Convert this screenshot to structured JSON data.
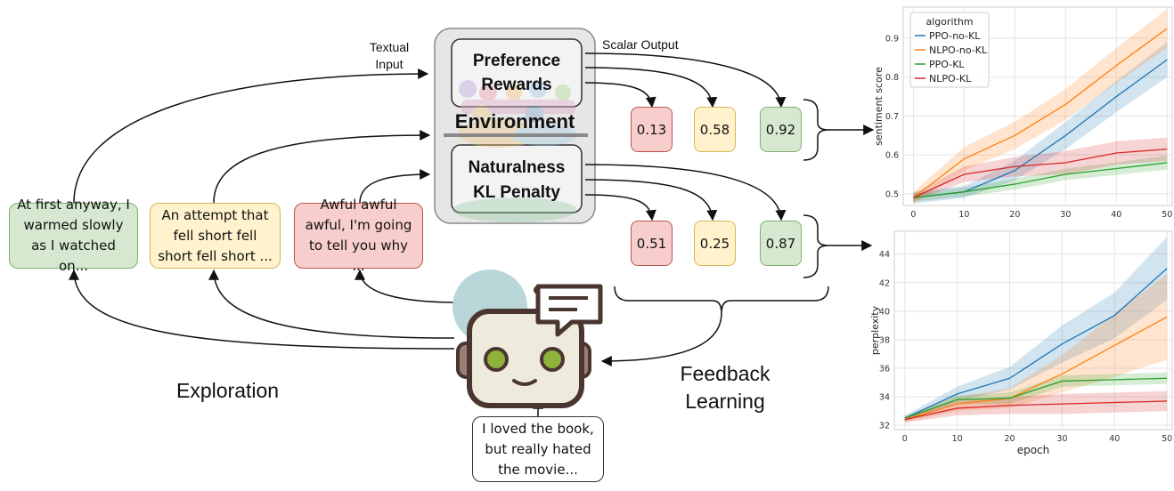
{
  "diagram": {
    "labels": {
      "textual_input": "Textual\nInput",
      "scalar_output": "Scalar Output",
      "preference_rewards": "Preference\nRewards",
      "environment": "Environment",
      "naturalness": "Naturalness\nKL Penalty",
      "exploration": "Exploration",
      "feedback_learning": "Feedback\nLearning"
    },
    "texts": {
      "green": "At first anyway, I warmed slowly as I watched on...",
      "yellow": "An attempt that fell short fell short fell short ...",
      "red": "Awful awful awful, I'm going to tell you why ...",
      "prompt": "I loved the book, but really hated the movie..."
    },
    "preference_scores": [
      "0.13",
      "0.58",
      "0.92"
    ],
    "naturalness_scores": [
      "0.51",
      "0.25",
      "0.87"
    ]
  },
  "chart_data": [
    {
      "type": "line",
      "x": [
        0,
        10,
        20,
        30,
        40,
        50
      ],
      "xlabel": "",
      "ylabel": "sentiment score",
      "xlim": [
        -2,
        51
      ],
      "ylim": [
        0.47,
        0.98
      ],
      "xticks": [
        0,
        10,
        20,
        30,
        40,
        50
      ],
      "yticks": [
        0.5,
        0.6,
        0.7,
        0.8,
        0.9
      ],
      "grid": true,
      "legend": {
        "title": "algorithm",
        "placement": "top-left"
      },
      "series": [
        {
          "name": "PPO-no-KL",
          "color": "#1f77b4",
          "values": [
            0.49,
            0.505,
            0.56,
            0.65,
            0.75,
            0.845
          ],
          "band": [
            0.015,
            0.015,
            0.025,
            0.035,
            0.04,
            0.045
          ]
        },
        {
          "name": "NLPO-no-KL",
          "color": "#ff7f0e",
          "values": [
            0.49,
            0.59,
            0.65,
            0.73,
            0.83,
            0.925
          ],
          "band": [
            0.015,
            0.03,
            0.035,
            0.04,
            0.045,
            0.05
          ]
        },
        {
          "name": "PPO-KL",
          "color": "#2ca02c",
          "values": [
            0.49,
            0.505,
            0.525,
            0.55,
            0.565,
            0.58
          ],
          "band": [
            0.01,
            0.012,
            0.014,
            0.015,
            0.016,
            0.018
          ]
        },
        {
          "name": "NLPO-KL",
          "color": "#d62728",
          "values": [
            0.49,
            0.55,
            0.57,
            0.58,
            0.605,
            0.615
          ],
          "band": [
            0.01,
            0.02,
            0.025,
            0.03,
            0.03,
            0.03
          ]
        }
      ]
    },
    {
      "type": "line",
      "x": [
        0,
        10,
        20,
        30,
        40,
        50
      ],
      "xlabel": "epoch",
      "ylabel": "perplexity",
      "xlim": [
        -2,
        51
      ],
      "ylim": [
        31.7,
        45.6
      ],
      "xticks": [
        0,
        10,
        20,
        30,
        40,
        50
      ],
      "yticks": [
        32,
        34,
        36,
        38,
        40,
        42,
        44
      ],
      "grid": true,
      "series": [
        {
          "name": "PPO-no-KL",
          "color": "#1f77b4",
          "values": [
            32.5,
            34.2,
            35.3,
            37.7,
            39.7,
            43.0
          ],
          "band": [
            0.2,
            0.5,
            0.8,
            1.3,
            1.6,
            2.2
          ]
        },
        {
          "name": "NLPO-no-KL",
          "color": "#ff7f0e",
          "values": [
            32.4,
            33.5,
            33.9,
            35.6,
            37.6,
            39.6
          ],
          "band": [
            0.2,
            0.5,
            0.7,
            1.3,
            2.2,
            3.0
          ]
        },
        {
          "name": "PPO-KL",
          "color": "#2ca02c",
          "values": [
            32.5,
            33.8,
            33.9,
            35.1,
            35.2,
            35.3
          ],
          "band": [
            0.15,
            0.3,
            0.4,
            0.4,
            0.4,
            0.4
          ]
        },
        {
          "name": "NLPO-KL",
          "color": "#d62728",
          "values": [
            32.4,
            33.2,
            33.4,
            33.5,
            33.6,
            33.7
          ],
          "band": [
            0.2,
            0.5,
            0.6,
            0.7,
            0.7,
            0.7
          ]
        }
      ]
    }
  ]
}
